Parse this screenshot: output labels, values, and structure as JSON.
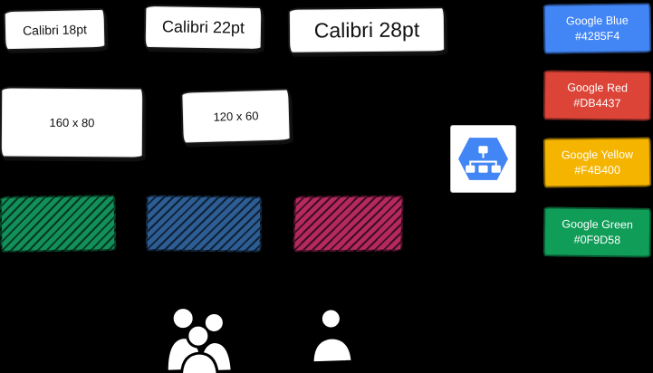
{
  "font_samples": [
    {
      "label": "Calibri 18pt"
    },
    {
      "label": "Calibri 22pt"
    },
    {
      "label": "Calibri 28pt"
    }
  ],
  "size_samples": [
    {
      "label": "160 x 80"
    },
    {
      "label": "120 x 60"
    }
  ],
  "color_swatches": [
    {
      "name": "Google Blue",
      "hex": "#4285F4"
    },
    {
      "name": "Google Red",
      "hex": "#DB4437"
    },
    {
      "name": "Google Yellow",
      "hex": "#F4B400"
    },
    {
      "name": "Google Green",
      "hex": "#0F9D58"
    }
  ],
  "hatch_swatches": [
    {
      "name": "green-hatch",
      "color": "#0F9D58"
    },
    {
      "name": "blue-hatch",
      "color": "#2D5D93"
    },
    {
      "name": "pink-hatch",
      "color": "#B5295F"
    }
  ],
  "icons": {
    "hexagon": {
      "name": "network-hexagon-icon",
      "color": "#4285F4"
    },
    "group": {
      "name": "people-group-icon"
    },
    "person": {
      "name": "person-icon"
    }
  }
}
